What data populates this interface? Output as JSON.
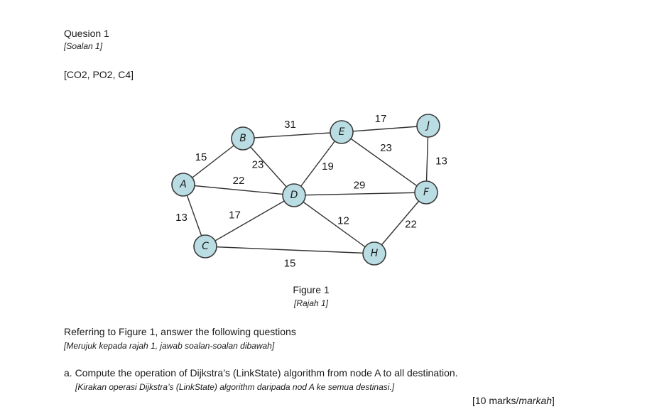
{
  "question": {
    "title": "Quesion 1",
    "title_ms": "[Soalan 1]",
    "outcomes": "[CO2, PO2, C4]"
  },
  "figure": {
    "caption": "Figure 1",
    "caption_ms": "[Rajah 1]",
    "nodes": [
      {
        "id": "A",
        "label": "A"
      },
      {
        "id": "B",
        "label": "B"
      },
      {
        "id": "C",
        "label": "C"
      },
      {
        "id": "D",
        "label": "D"
      },
      {
        "id": "E",
        "label": "E"
      },
      {
        "id": "F",
        "label": "F"
      },
      {
        "id": "H",
        "label": "H"
      },
      {
        "id": "J",
        "label": "J"
      }
    ],
    "edges": [
      {
        "from": "A",
        "to": "B",
        "weight": "15"
      },
      {
        "from": "A",
        "to": "D",
        "weight": "22"
      },
      {
        "from": "A",
        "to": "C",
        "weight": "13"
      },
      {
        "from": "B",
        "to": "E",
        "weight": "31"
      },
      {
        "from": "B",
        "to": "D",
        "weight": "23"
      },
      {
        "from": "E",
        "to": "D",
        "weight": "19"
      },
      {
        "from": "E",
        "to": "J",
        "weight": "17"
      },
      {
        "from": "E",
        "to": "F",
        "weight": "23"
      },
      {
        "from": "J",
        "to": "F",
        "weight": "13"
      },
      {
        "from": "D",
        "to": "F",
        "weight": "29"
      },
      {
        "from": "D",
        "to": "C",
        "weight": "17"
      },
      {
        "from": "D",
        "to": "H",
        "weight": "12"
      },
      {
        "from": "F",
        "to": "H",
        "weight": "22"
      },
      {
        "from": "C",
        "to": "H",
        "weight": "15"
      }
    ],
    "colors": {
      "node_fill": "#b9dde3",
      "node_stroke": "#3a3a3a",
      "edge": "#333333"
    }
  },
  "instructions": {
    "text": "Referring to Figure 1, answer the following questions",
    "text_ms": "[Merujuk kepada rajah 1, jawab soalan-soalan dibawah]"
  },
  "part_a": {
    "text": "a.  Compute the operation of Dijkstra’s (LinkState) algorithm from node A to all destination.",
    "text_ms": "[Kirakan operasi Dijkstra’s (LinkState) algorithm daripada nod A ke semua destinasi.]",
    "marks": "[10 marks/",
    "marks_ms": "markah",
    "marks_close": "]"
  }
}
